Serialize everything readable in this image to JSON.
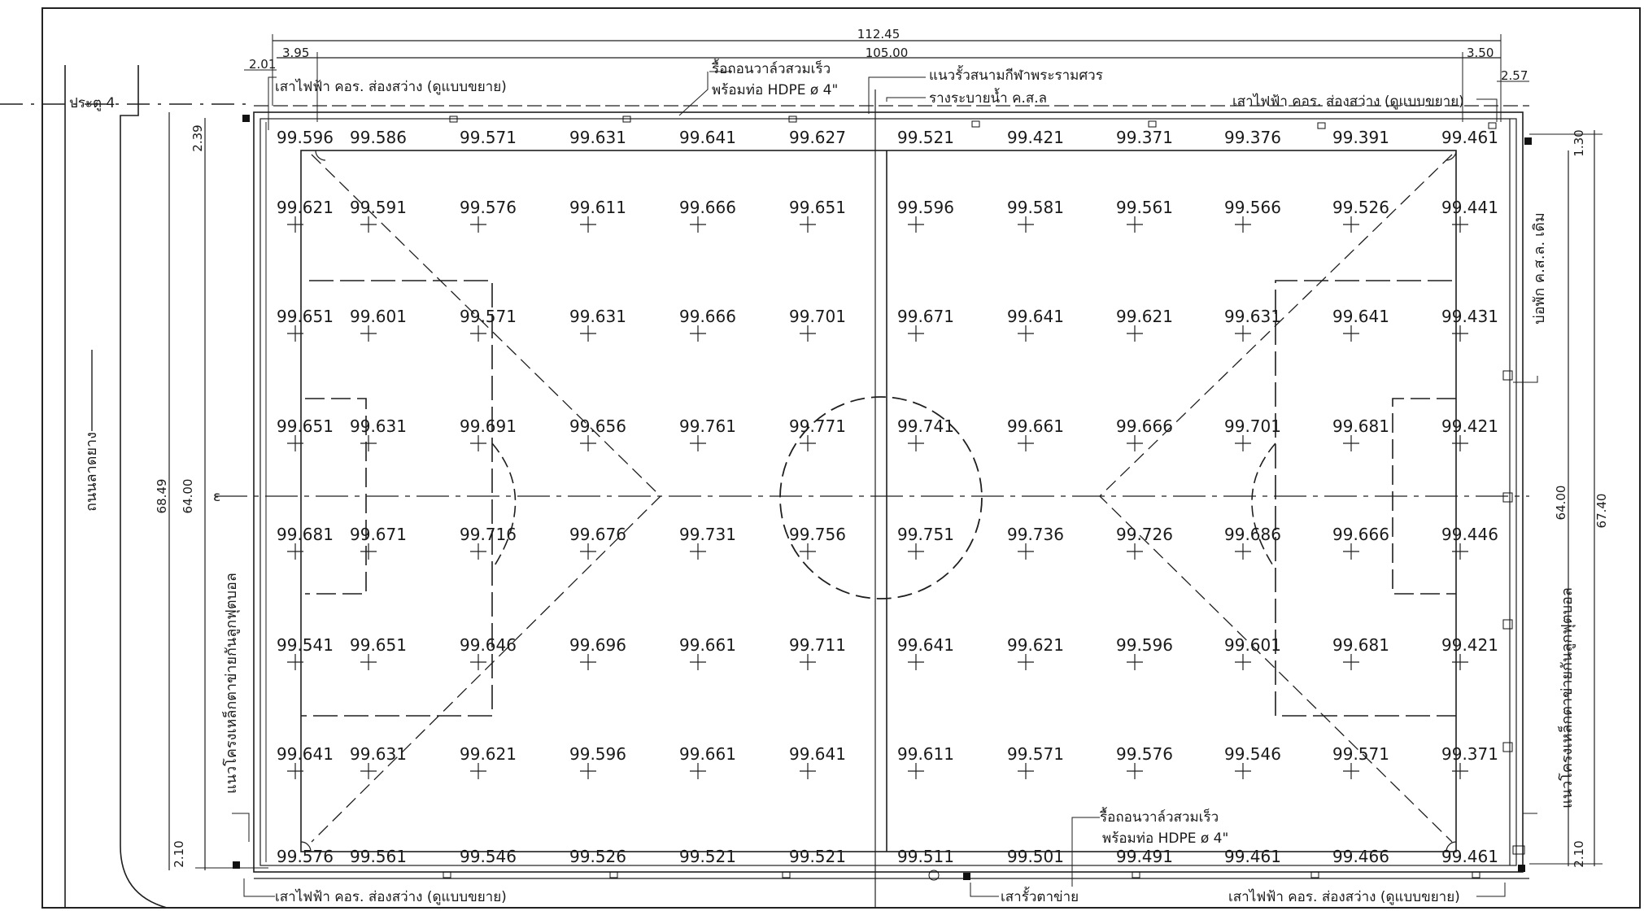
{
  "dimensions": {
    "overall_width": "112.45",
    "field_width": "105.00",
    "left_offset": "3.95",
    "left_post": "2.01",
    "right_offset": "3.50",
    "right_post": "2.57",
    "top_margin": "2.39",
    "right_top_margin": "1.30",
    "bottom_margin_left": "2.10",
    "bottom_margin_right": "2.10",
    "left_outer_height": "68.49",
    "left_field_height": "64.00",
    "right_field_height": "64.00",
    "right_outer_height": "67.40"
  },
  "labels": {
    "gate": "ประตู 4",
    "road": "ถนนลาดยาง",
    "top_left_pole": "เสาไฟฟ้า คอร. ส่องสว่าง (ดูแบบขยาย)",
    "top_right_pole": "เสาไฟฟ้า คอร. ส่องสว่าง (ดูแบบขยาย)",
    "bottom_left_pole": "เสาไฟฟ้า คอร. ส่องสว่าง (ดูแบบขยาย)",
    "bottom_right_pole": "เสาไฟฟ้า คอร. ส่องสว่าง (ดูแบบขยาย)",
    "top_fence_1": "รื้อถอนวาล์วสวมเร็ว",
    "top_fence_2": "พร้อมท่อ HDPE ø 4\"",
    "stadium_fence": "แนวรั้วสนามกีฬาพระรามศวร",
    "drain": "รางระบายน้ำ ค.ส.ล",
    "bottom_valve_1": "รื้อถอนวาล์วสวมเร็ว",
    "bottom_valve_2": "พร้อมท่อ HDPE ø 4\"",
    "fence_post": "เสารั้วตาข่าย",
    "left_net": "แนวโครงเหล็กตาข่ายกันลูกฟุตบอล",
    "right_net": "แนวโครงเหล็กตาข่ายกันลูกฟุตบอล",
    "existing_well": "บ่อพัก ค.ส.ล. เดิม",
    "centerline": "ε"
  },
  "levels": {
    "row1": [
      "99.596",
      "99.586",
      "99.571",
      "99.631",
      "99.641",
      "99.627",
      "99.521",
      "99.421",
      "99.371",
      "99.376",
      "99.391",
      "99.461"
    ],
    "row2": [
      "99.621",
      "99.591",
      "99.576",
      "99.611",
      "99.666",
      "99.651",
      "99.596",
      "99.581",
      "99.561",
      "99.566",
      "99.526",
      "99.441"
    ],
    "row3": [
      "99.651",
      "99.601",
      "99.571",
      "99.631",
      "99.666",
      "99.701",
      "99.671",
      "99.641",
      "99.621",
      "99.631",
      "99.641",
      "99.431"
    ],
    "row4": [
      "99.651",
      "99.631",
      "99.691",
      "99.656",
      "99.761",
      "99.771",
      "99.741",
      "99.661",
      "99.666",
      "99.701",
      "99.681",
      "99.421"
    ],
    "row5": [
      "99.681",
      "99.671",
      "99.716",
      "99.676",
      "99.731",
      "99.756",
      "99.751",
      "99.736",
      "99.726",
      "99.686",
      "99.666",
      "99.446"
    ],
    "row6": [
      "99.541",
      "99.651",
      "99.646",
      "99.696",
      "99.661",
      "99.711",
      "99.641",
      "99.621",
      "99.596",
      "99.601",
      "99.681",
      "99.421"
    ],
    "row7": [
      "99.641",
      "99.631",
      "99.621",
      "99.596",
      "99.661",
      "99.641",
      "99.611",
      "99.571",
      "99.576",
      "99.546",
      "99.571",
      "99.371"
    ],
    "row8": [
      "99.576",
      "99.561",
      "99.546",
      "99.526",
      "99.521",
      "99.521",
      "99.511",
      "99.501",
      "99.491",
      "99.461",
      "99.466",
      "99.461"
    ]
  }
}
